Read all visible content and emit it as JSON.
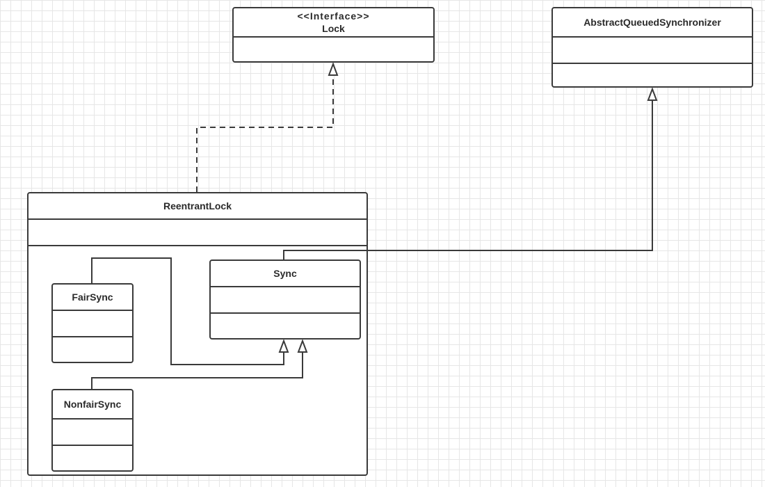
{
  "classes": {
    "lock": {
      "stereotype": "<<Interface>>",
      "name": "Lock"
    },
    "aqs": {
      "name": "AbstractQueuedSynchronizer"
    },
    "reentrant_lock": {
      "name": "ReentrantLock"
    },
    "sync": {
      "name": "Sync"
    },
    "fair_sync": {
      "name": "FairSync"
    },
    "nonfair_sync": {
      "name": "NonfairSync"
    }
  },
  "relations": [
    {
      "from": "ReentrantLock",
      "to": "Lock",
      "kind": "realization"
    },
    {
      "from": "Sync",
      "to": "AbstractQueuedSynchronizer",
      "kind": "generalization"
    },
    {
      "from": "FairSync",
      "to": "Sync",
      "kind": "generalization"
    },
    {
      "from": "NonfairSync",
      "to": "Sync",
      "kind": "generalization"
    }
  ],
  "colors": {
    "line": "#3a3a3a",
    "grid": "#e6e6e6",
    "box_fill": "#ffffff"
  }
}
